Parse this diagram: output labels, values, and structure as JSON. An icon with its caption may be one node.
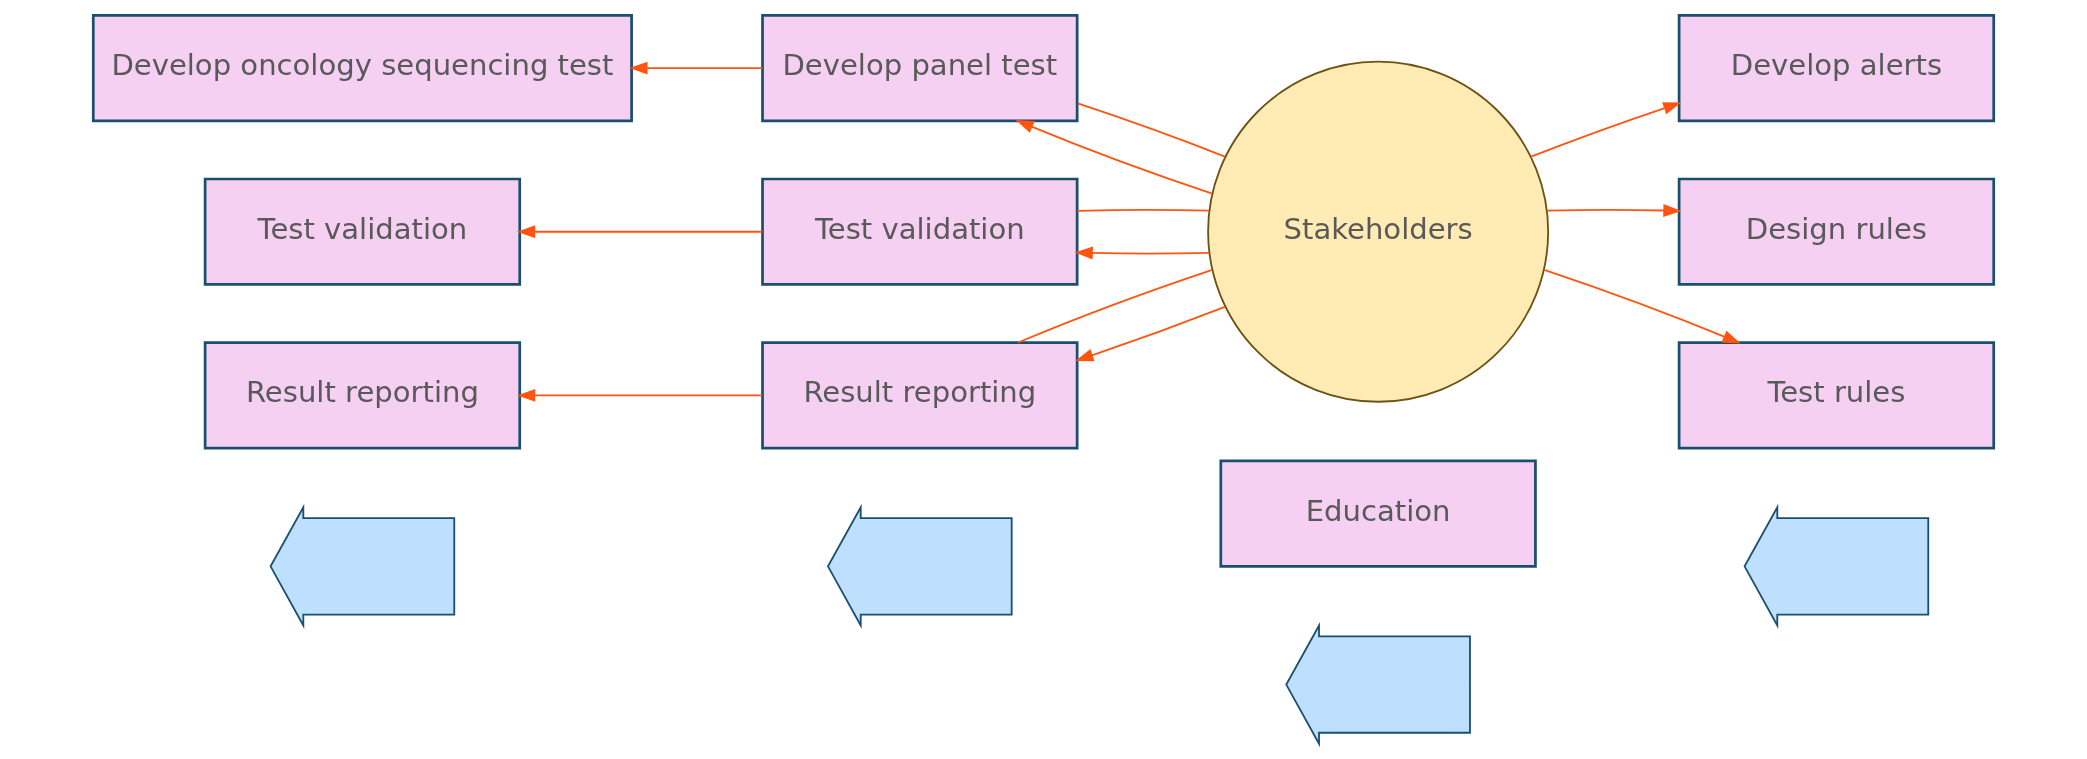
{
  "diagram": {
    "nodes": [
      {
        "text": [
          "Develop oncology sequencing test"
        ]
      },
      {
        "text": [
          "Develop panel test"
        ]
      },
      {
        "text": [
          "Stakeholders"
        ]
      },
      {
        "text": [
          "Develop alerts"
        ]
      },
      {
        "text": [
          "Test validation"
        ]
      },
      {
        "text": [
          "Test validation"
        ]
      },
      {
        "text": [
          "Design rules"
        ]
      },
      {
        "text": [
          "Result reporting"
        ]
      },
      {
        "text": [
          "Result reporting"
        ]
      },
      {
        "text": [
          "Test rules"
        ]
      },
      {
        "text": [
          "Education"
        ]
      },
      {
        "text": [],
        "shape": "arrow"
      },
      {
        "text": [],
        "shape": "arrow"
      },
      {
        "text": [],
        "shape": "arrow"
      },
      {
        "text": [],
        "shape": "arrow"
      }
    ],
    "edges": [
      {
        "from": 1,
        "to": 0,
        "arrow": "to"
      },
      {
        "from": 2,
        "to": 1,
        "arrow": "to"
      },
      {
        "from": 2,
        "to": 1,
        "arrow": "none"
      },
      {
        "from": 2,
        "to": 3,
        "arrow": "to"
      },
      {
        "from": 5,
        "to": 4,
        "arrow": "to"
      },
      {
        "from": 2,
        "to": 5,
        "arrow": "to"
      },
      {
        "from": 2,
        "to": 5,
        "arrow": "none"
      },
      {
        "from": 2,
        "to": 6,
        "arrow": "to"
      },
      {
        "from": 8,
        "to": 7,
        "arrow": "to"
      },
      {
        "from": 2,
        "to": 8,
        "arrow": "to"
      },
      {
        "from": 2,
        "to": 8,
        "arrow": "none"
      },
      {
        "from": 2,
        "to": 9,
        "arrow": "to"
      }
    ]
  }
}
